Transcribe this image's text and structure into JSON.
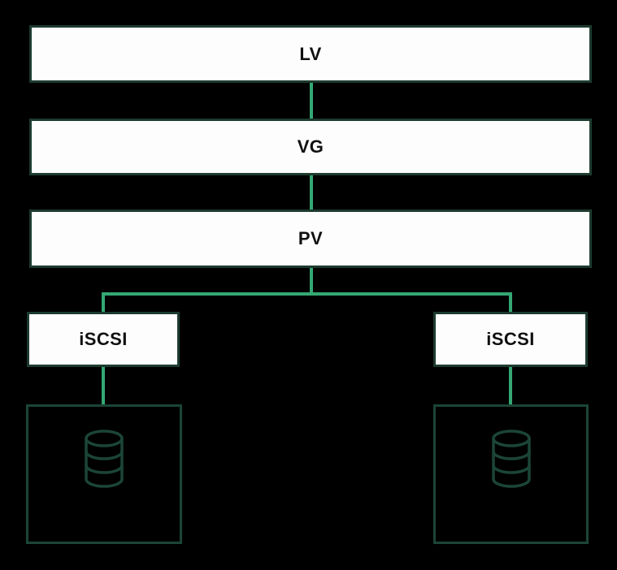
{
  "diagram": {
    "background": "#000000",
    "colors": {
      "node_border": "#1d3b2f",
      "node_fill": "#fdfdfd",
      "node_text": "#101010",
      "connector": "#34a873",
      "storage_border": "#1b4537",
      "icon": "#1b4537"
    },
    "nodes": {
      "lv": {
        "label": "LV"
      },
      "vg": {
        "label": "VG"
      },
      "pv": {
        "label": "PV"
      },
      "iscsi_left": {
        "label": "iSCSI"
      },
      "iscsi_right": {
        "label": "iSCSI"
      },
      "storage_left": {
        "icon": "database-icon"
      },
      "storage_right": {
        "icon": "database-icon"
      }
    },
    "edges": [
      {
        "from": "LV",
        "to": "VG"
      },
      {
        "from": "VG",
        "to": "PV"
      },
      {
        "from": "PV",
        "to": "iSCSI left"
      },
      {
        "from": "PV",
        "to": "iSCSI right"
      },
      {
        "from": "iSCSI left",
        "to": "storage left"
      },
      {
        "from": "iSCSI right",
        "to": "storage right"
      }
    ]
  }
}
